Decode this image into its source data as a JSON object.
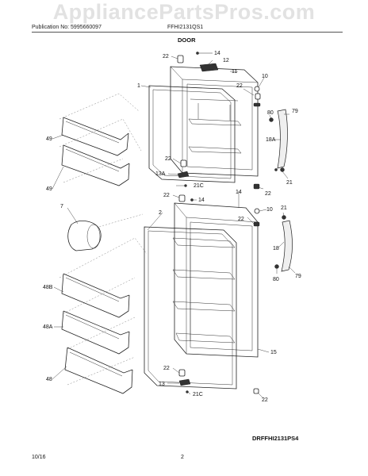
{
  "watermark": "AppliancePartsPros.com",
  "header": {
    "publication": "Publication No: 5995660097",
    "model": "FFHI2131QS1"
  },
  "section_title": "DOOR",
  "diagram_code": "DRFFHI2131PS4",
  "footer": {
    "date": "10/16",
    "page": "2"
  },
  "callouts": {
    "c22a": "22",
    "c14a": "14",
    "c12": "12",
    "c11": "11",
    "c1": "1",
    "c10a": "10",
    "c22b": "22",
    "c80a": "80",
    "c79a": "79",
    "c18a": "18A",
    "c21a": "21",
    "c49a": "49",
    "c49b": "49",
    "c22c": "22",
    "c13a": "13A",
    "c21ca": "21C",
    "c14b": "14",
    "c22d": "22",
    "c22e": "22",
    "c14c": "14",
    "c10b": "10",
    "c22f": "22",
    "c21b": "21",
    "c7": "7",
    "c2": "2",
    "c18": "18",
    "c80b": "80",
    "c79b": "79",
    "c48b": "48B",
    "c48a": "48A",
    "c15": "15",
    "c22g": "22",
    "c48": "48",
    "c13": "13",
    "c21cb": "21C",
    "c22h": "22"
  }
}
